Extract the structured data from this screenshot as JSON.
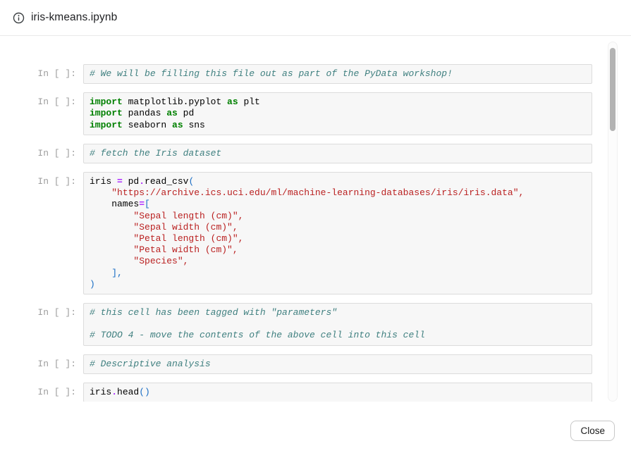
{
  "header": {
    "title": "iris-kmeans.ipynb",
    "info_icon": "info-icon"
  },
  "footer": {
    "close_label": "Close"
  },
  "notebook": {
    "prompt": "In [ ]:",
    "cells": [
      {
        "lines": [
          [
            [
              "c",
              "# We will be filling this file out as part of the PyData workshop!"
            ]
          ]
        ]
      },
      {
        "lines": [
          [
            [
              "k",
              "import"
            ],
            [
              "n",
              " matplotlib.pyplot "
            ],
            [
              "k",
              "as"
            ],
            [
              "n",
              " plt"
            ]
          ],
          [
            [
              "k",
              "import"
            ],
            [
              "n",
              " pandas "
            ],
            [
              "k",
              "as"
            ],
            [
              "n",
              " pd"
            ]
          ],
          [
            [
              "k",
              "import"
            ],
            [
              "n",
              " seaborn "
            ],
            [
              "k",
              "as"
            ],
            [
              "n",
              " sns"
            ]
          ]
        ]
      },
      {
        "lines": [
          [
            [
              "c",
              "# fetch the Iris dataset"
            ]
          ]
        ]
      },
      {
        "lines": [
          [
            [
              "n",
              "iris "
            ],
            [
              "o",
              "="
            ],
            [
              "n",
              " pd"
            ],
            [
              "o",
              "."
            ],
            [
              "n",
              "read_csv"
            ],
            [
              "p",
              "("
            ]
          ],
          [
            [
              "n",
              "    "
            ],
            [
              "s",
              "\"https://archive.ics.uci.edu/ml/machine-learning-databases/iris/iris.data\""
            ],
            [
              "s",
              ","
            ]
          ],
          [
            [
              "n",
              "    names"
            ],
            [
              "o",
              "="
            ],
            [
              "p",
              "["
            ]
          ],
          [
            [
              "n",
              "        "
            ],
            [
              "s",
              "\"Sepal length (cm)\""
            ],
            [
              "s",
              ","
            ]
          ],
          [
            [
              "n",
              "        "
            ],
            [
              "s",
              "\"Sepal width (cm)\""
            ],
            [
              "s",
              ","
            ]
          ],
          [
            [
              "n",
              "        "
            ],
            [
              "s",
              "\"Petal length (cm)\""
            ],
            [
              "s",
              ","
            ]
          ],
          [
            [
              "n",
              "        "
            ],
            [
              "s",
              "\"Petal width (cm)\""
            ],
            [
              "s",
              ","
            ]
          ],
          [
            [
              "n",
              "        "
            ],
            [
              "s",
              "\"Species\""
            ],
            [
              "s",
              ","
            ]
          ],
          [
            [
              "n",
              "    "
            ],
            [
              "p",
              "],"
            ]
          ],
          [
            [
              "p",
              ")"
            ]
          ]
        ]
      },
      {
        "lines": [
          [
            [
              "c",
              "# this cell has been tagged with \"parameters\""
            ]
          ],
          [],
          [
            [
              "c",
              "# TODO 4 - move the contents of the above cell into this cell"
            ]
          ]
        ]
      },
      {
        "lines": [
          [
            [
              "c",
              "# Descriptive analysis"
            ]
          ]
        ]
      },
      {
        "lines": [
          [
            [
              "n",
              "iris"
            ],
            [
              "o",
              "."
            ],
            [
              "n",
              "head"
            ],
            [
              "p",
              "()"
            ]
          ]
        ]
      }
    ]
  }
}
